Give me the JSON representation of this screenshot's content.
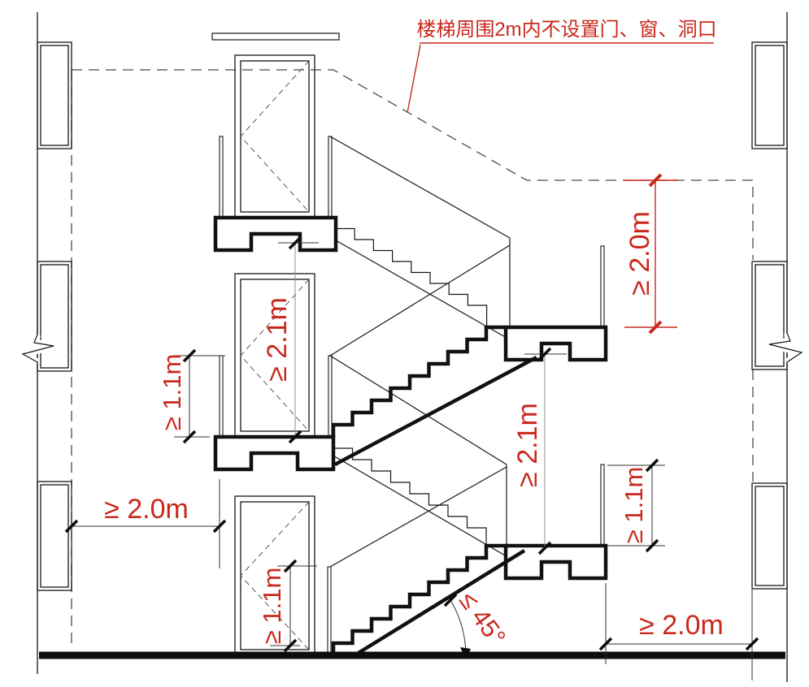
{
  "annotation": {
    "note": "楼梯周围2m内不设置门、窗、洞口"
  },
  "dimensions": {
    "offset_top": "≥ 2.0m",
    "headroom_upper": "≥ 2.1m",
    "headroom_lower": "≥ 2.1m",
    "railing_landing_left": "≥ 1.1m",
    "railing_landing_right": "≥ 1.1m",
    "railing_ground": "≥ 1.1m",
    "clearance_left": "≥ 2.0m",
    "clearance_right": "≥ 2.0m",
    "max_slope": "≤ 45°"
  },
  "colors": {
    "annotation_red": "#c9281c",
    "line_black": "#161616",
    "dash_gray": "#4a4a4a"
  }
}
